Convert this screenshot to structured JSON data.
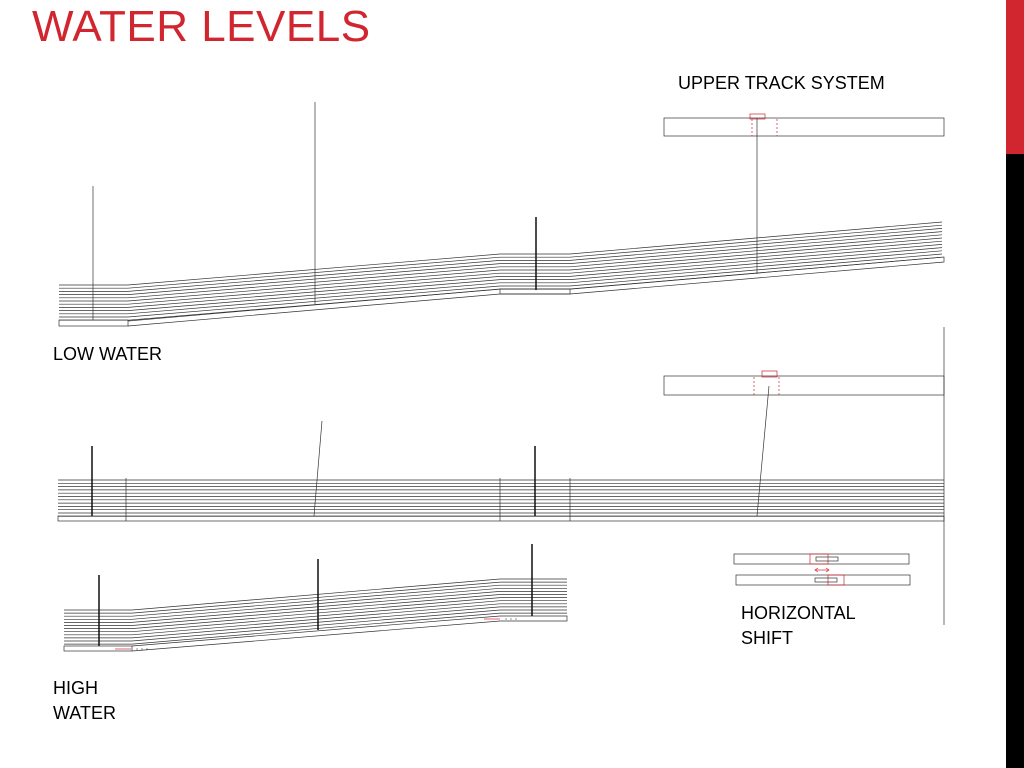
{
  "title": "WATER LEVELS",
  "labels": {
    "upper_track": "UPPER TRACK SYSTEM",
    "low_water": "LOW WATER",
    "horizontal_shift": [
      "HORIZONTAL",
      "SHIFT"
    ],
    "high_water": [
      "HIGH",
      "WATER"
    ]
  },
  "colors": {
    "accent_red": "#d1262f",
    "accent_black": "#000000",
    "line": "#333333",
    "detail_red": "#d1262f"
  },
  "diagram": {
    "low_water_deck_lines": 12,
    "mid_deck_lines": 12,
    "high_water_deck_lines": 12
  }
}
